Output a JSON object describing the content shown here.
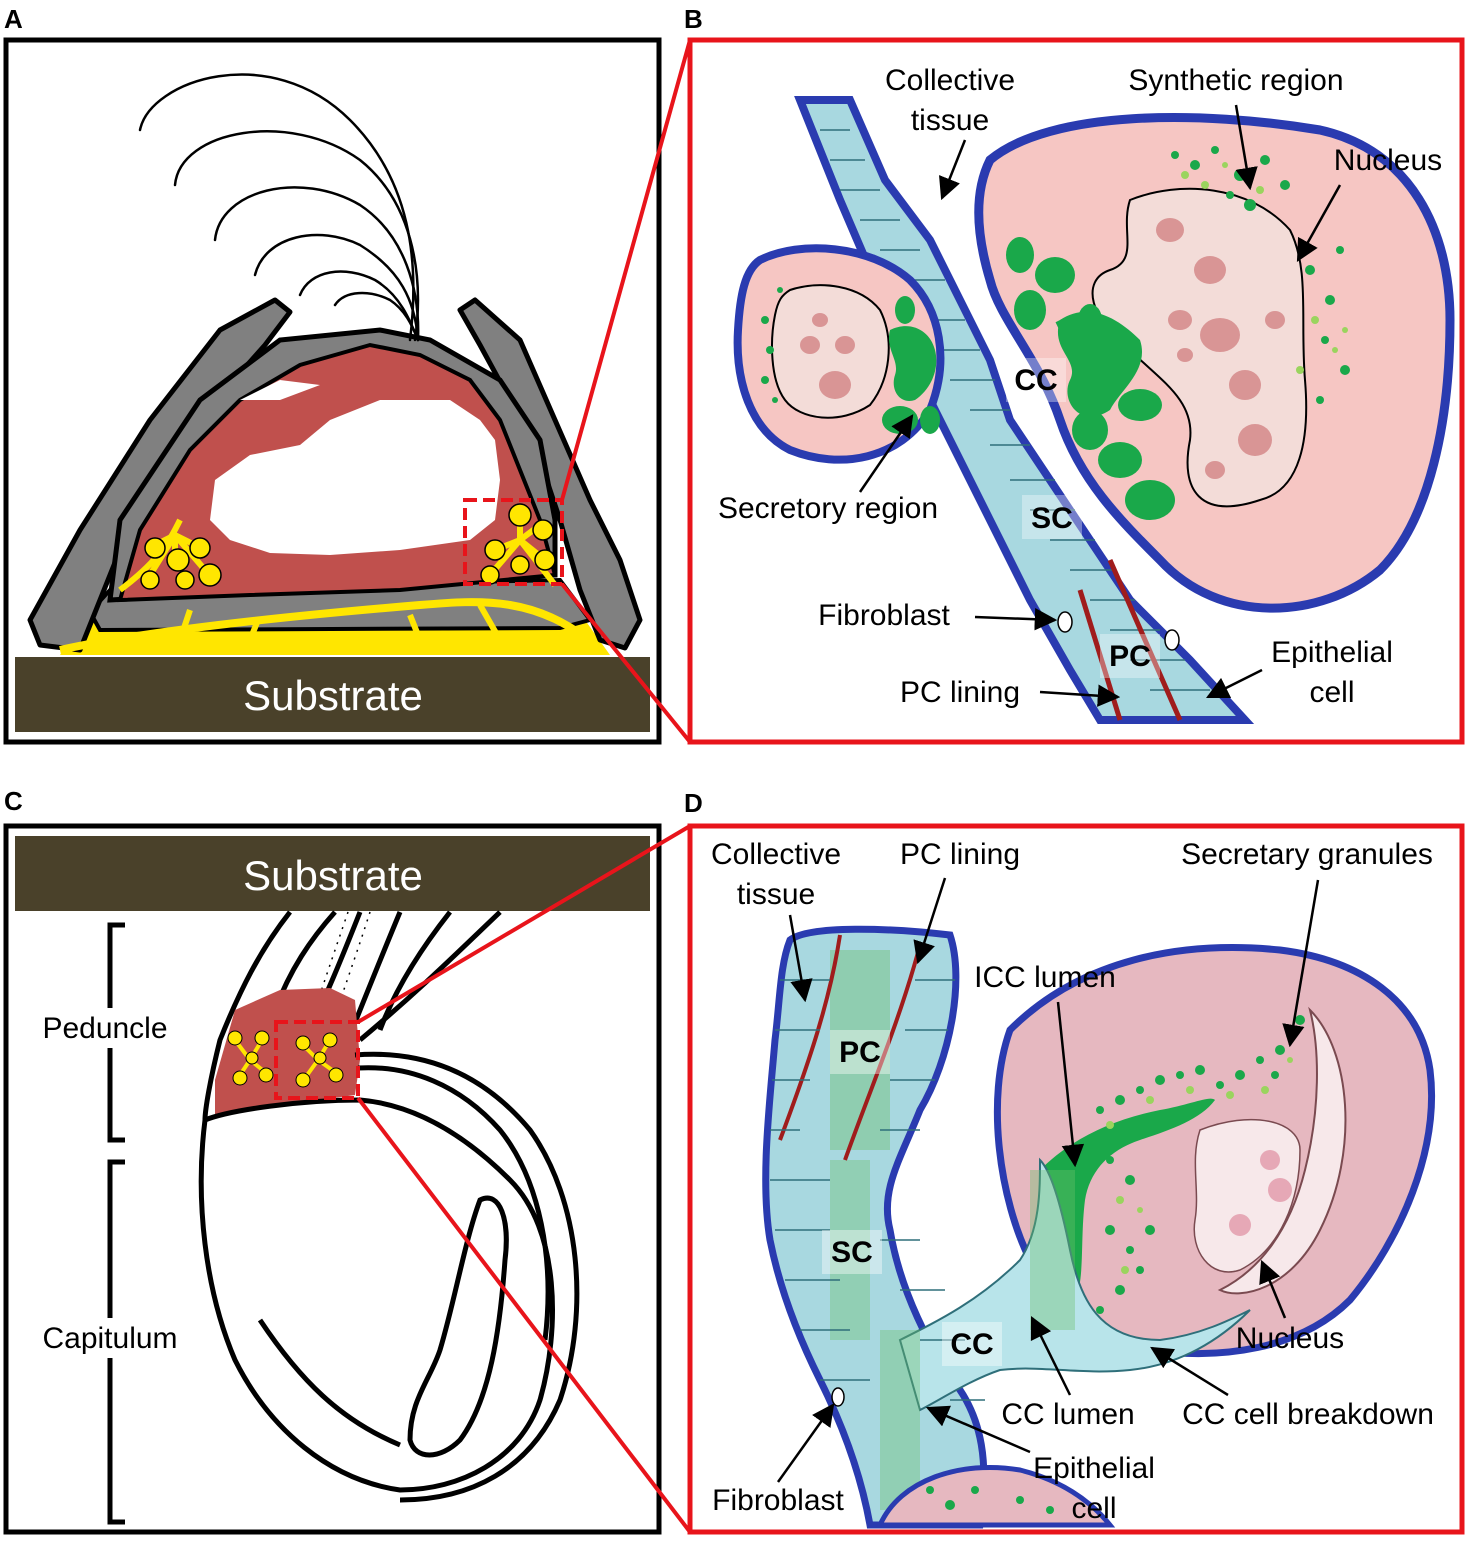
{
  "panels": {
    "a": "A",
    "b": "B",
    "c": "C",
    "d": "D"
  },
  "panel_a": {
    "substrate": "Substrate"
  },
  "panel_b": {
    "collective_tissue_1": "Collective",
    "collective_tissue_2": "tissue",
    "synthetic_region": "Synthetic region",
    "nucleus": "Nucleus",
    "cc": "CC",
    "sc": "SC",
    "pc": "PC",
    "secretory_region": "Secretory region",
    "fibroblast": "Fibroblast",
    "pc_lining": "PC lining",
    "epithelial_cell_1": "Epithelial",
    "epithelial_cell_2": "cell"
  },
  "panel_c": {
    "substrate": "Substrate",
    "peduncle": "Peduncle",
    "capitulum": "Capitulum"
  },
  "panel_d": {
    "collective_tissue_1": "Collective",
    "collective_tissue_2": "tissue",
    "pc_lining": "PC lining",
    "secretary_granules": "Secretary granules",
    "icc_lumen": "ICC lumen",
    "pc": "PC",
    "sc": "SC",
    "cc": "CC",
    "nucleus": "Nucleus",
    "cc_lumen": "CC lumen",
    "cc_cell_breakdown": "CC cell breakdown",
    "fibroblast": "Fibroblast",
    "epithelial_cell_1": "Epithelial",
    "epithelial_cell_2": "cell"
  },
  "colors": {
    "tissue_red": "#c0504d",
    "gland_yellow": "#ffe600",
    "shell_gray": "#808080",
    "substrate_brown": "#4a412a",
    "zoom_red": "#e8141b",
    "cell_blue": "#a8d8e0",
    "sheath_blue": "#2a3bb0",
    "cytoplasm_pink": "#f6c6c3",
    "granule_green": "#1aa84a"
  }
}
